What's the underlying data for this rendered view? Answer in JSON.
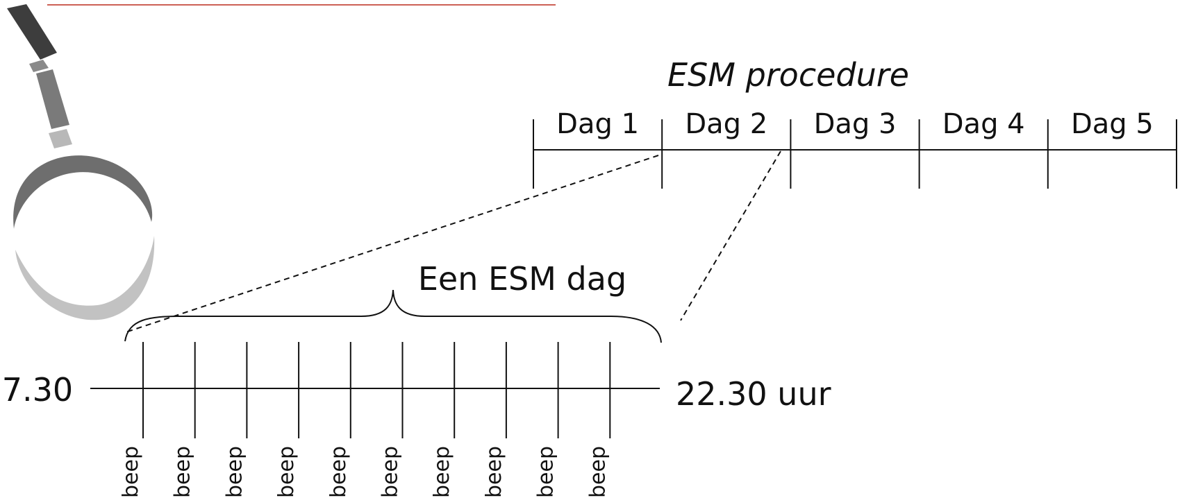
{
  "title": "ESM procedure",
  "days": [
    "Dag 1",
    "Dag 2",
    "Dag 3",
    "Dag 4",
    "Dag 5"
  ],
  "day_detail": {
    "label": "Een ESM dag",
    "start_time": "7.30",
    "end_time": "22.30 uur",
    "beep_label": "beep",
    "beep_count": 10
  },
  "colors": {
    "line": "#111111",
    "decor_bar_left": "#c0392b",
    "decor_bar_right": "#c0392b",
    "magnifier_dark": "#3a3a3a",
    "magnifier_mid": "#7a7a7a",
    "magnifier_light": "#bdbdbd"
  },
  "icons": [
    "magnifying-glass-icon"
  ]
}
